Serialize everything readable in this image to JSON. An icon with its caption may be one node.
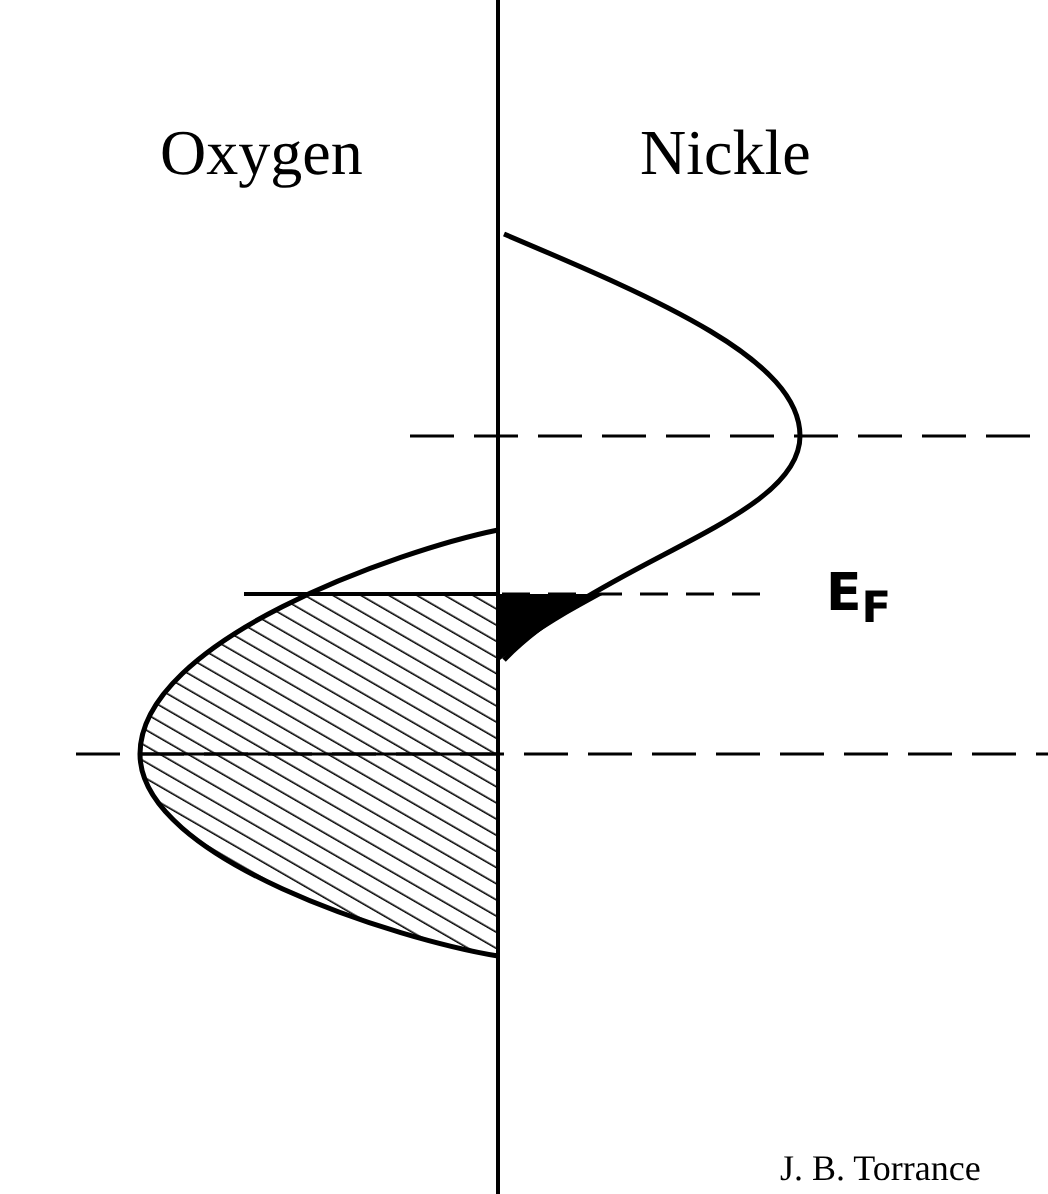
{
  "diagram": {
    "labels": [
      "Oxygen",
      "Nickle",
      "E$_{F}$",
      "J. B. Torrance"
    ]
  }
}
